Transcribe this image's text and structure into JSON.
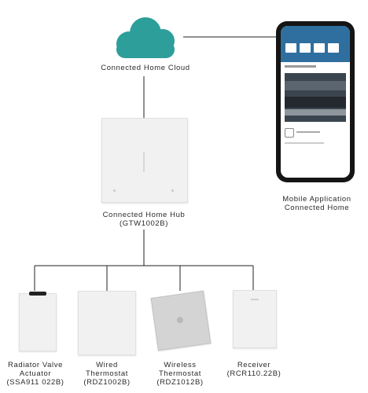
{
  "cloud": {
    "label": "Connected Home Cloud",
    "icon": "cloud-icon",
    "color": "#2e9e9a"
  },
  "mobile": {
    "label_line1": "Mobile Application",
    "label_line2": "Connected Home",
    "icon": "smartphone-icon",
    "accent": "#2f6f9f"
  },
  "hub": {
    "label_line1": "Connected Home Hub",
    "label_line2": "(GTW1002B)"
  },
  "devices": [
    {
      "label_line1": "Radiator Valve",
      "label_line2": "Actuator",
      "label_line3": "(SSA911 022B)"
    },
    {
      "label_line1": "Wired",
      "label_line2": "Thermostat",
      "label_line3": "(RDZ1002B)"
    },
    {
      "label_line1": "Wireless",
      "label_line2": "Thermostat",
      "label_line3": "(RDZ1012B)"
    },
    {
      "label_line1": "Receiver",
      "label_line2": "(RCR110.22B)",
      "label_line3": ""
    }
  ]
}
